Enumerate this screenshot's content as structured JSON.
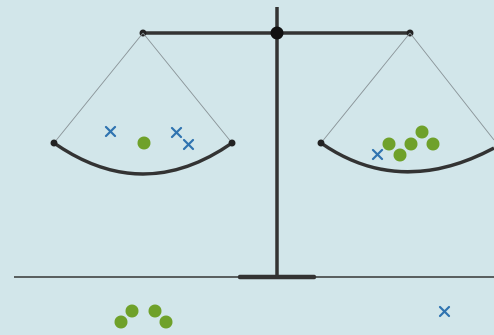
{
  "colors": {
    "background": "#d2e6ea",
    "structure": "#333333",
    "string": "#8a9498",
    "circle_marker": "#6fa12a",
    "cross_marker": "#2f73b0"
  },
  "markers": {
    "left_pan": {
      "circles": 1,
      "crosses": 3
    },
    "right_pan": {
      "circles": 5,
      "crosses": 1
    },
    "outside_left": {
      "circles": 4,
      "crosses": 0
    },
    "outside_right": {
      "circles": 0,
      "crosses": 1
    }
  }
}
